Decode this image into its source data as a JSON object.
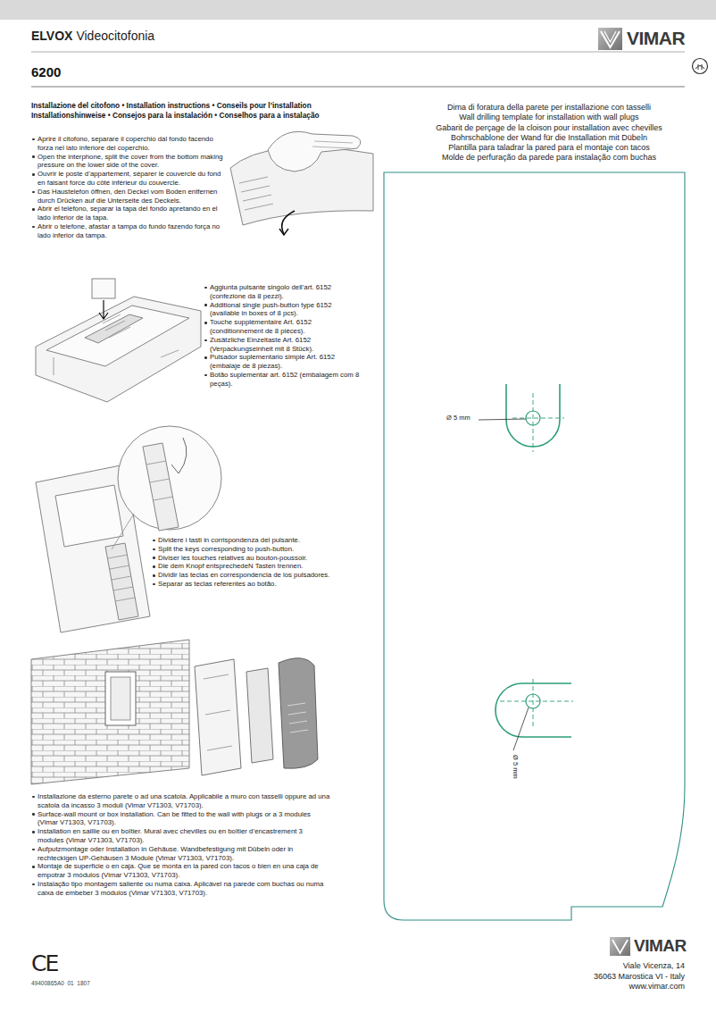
{
  "diagram": {
    "title": "6200",
    "labels": [
      "ELVOX",
      "Videocitofonia",
      "VIMAR",
      "Installazione del citofono • Installation instructions • Conseils pour l’installation Installationshinweise • Consejos para la instalación • Conselhos para a instalação",
      "Aprire il citofono, separare il coperchio dal fondo facendo forza nel lato inferiore del coperchio.",
      "Open the interphone, split the cover from the bottom making pressure on the lower side of the cover.",
      "Ouvrir le poste d’appartement, séparer le couvercle du fond en faisant force du côté inférieur du couvercle.",
      "Das Haustelefon öffnen, den Deckel vom Boden entfernen durch Drücken auf die Unterseite des Deckels.",
      "Abrir el teléfono, separar la tapa del fondo apretando en el lado inferior de la tapa.",
      "Abrir o telefone, afastar a tampa do fundo fazendo força no lado inferior da tampa.",
      "Aggiunta pulsante singolo dell’art. 6152 (confezione da 8 pezzi).",
      "Additional single push-button type 6152 (available in boxes of 8 pcs).",
      "Touche supplémentaire Art. 6152 (conditionnement de 8 pièces).",
      "Zusätzliche Einzeltaste Art. 6152 (Verpackungseinheit mit 8 Stück).",
      "Pulsador suplementario simple Art. 6152 (embalaje de 8 piezas).",
      "Botão suplementar art. 6152 (embalagem com 8 peças).",
      "Dividere i tasti in corrispondenza del pulsante.",
      "Split the keys corresponding to push-button.",
      "Diviser les touches relatives au bouton-poussoir.",
      "Die dem Knopf entsprechedeN Tasten trennen.",
      "Dividir las teclas en correspondencia de los pulsadores.",
      "Separar as teclas referentes ao botão.",
      "Installazione da esterno parete o ad una scatola. Applicabile a muro con tasselli oppure ad una scatola da incasso 3 moduli (Vimar V71303, V71703).",
      "Surface-wall mount or box installation. Can be fitted to the wall with plugs or a 3 modules (Vimar V71303, V71703).",
      "Installation en saillie ou en boîtier. Mural avec chevilles ou en boîtier d’encastrement 3 modules (Vimar V71303, V71703).",
      "Aufputzmontage oder Installation in Gehäuse. Wandbefestigung mit Dübeln oder in rechteckigen UP-Gehäusen 3 Module (Vimar V71303, V71703).",
      "Montaje de superficie o en caja. Que se monta en la pared con tacos o bien en una caja de empotrar 3 módulos (Vimar V71303, V71703).",
      "Instalação tipo montagem saliente ou numa caixa. Aplicável na parede com buchas ou numa caixa de embeber 3 módulos (Vimar V71303, V71703).",
      "Dima di foratura della parete per installazione con tasselli",
      "Wall drilling template for installation with wall plugs",
      "Gabarit de perçage de la cloison pour installation avec chevilles",
      "Bohrschablone der Wand für die Installation mit Dübeln",
      "Plantilla para taladrar la pared para el montaje con tacos",
      "Molde de perfuração da parede para instalação com buchas",
      "Ø 5 mm",
      "Ø 5 mm",
      "CE",
      "49400865A0  01  1807",
      "VIMAR",
      "Viale Vicenza, 14",
      "36063 Marostica VI - Italy",
      "www.vimar.com"
    ]
  }
}
